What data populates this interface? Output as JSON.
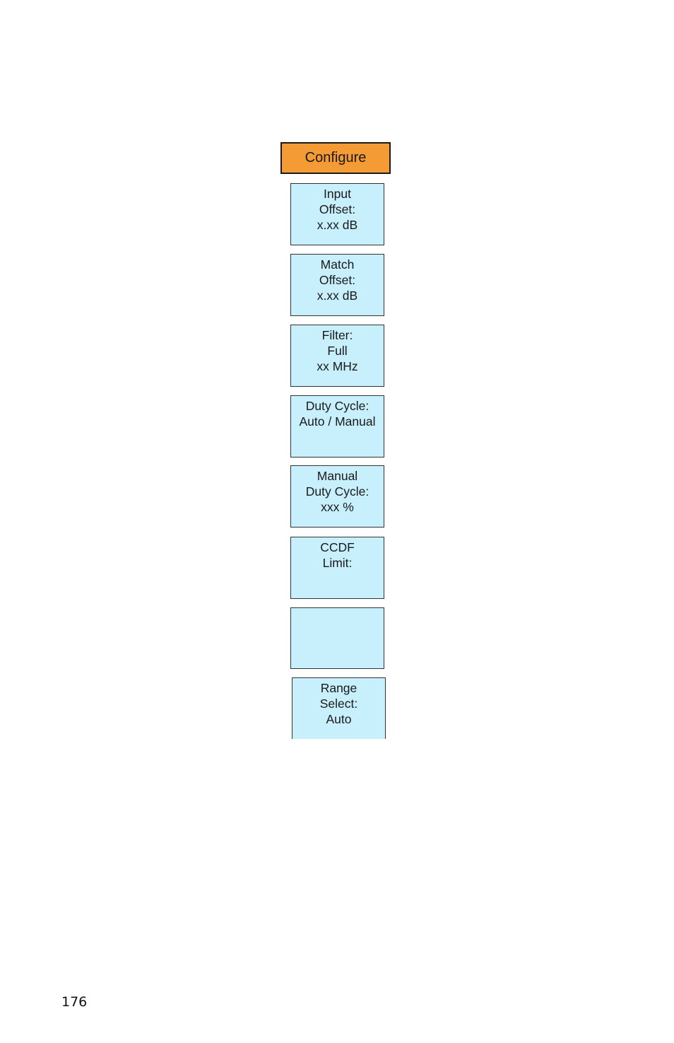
{
  "menu": {
    "title": "Configure",
    "softkeys": [
      {
        "lines": [
          "Input",
          "Offset:",
          "x.xx dB"
        ]
      },
      {
        "lines": [
          "Match",
          "Offset:",
          "x.xx dB"
        ]
      },
      {
        "lines": [
          "Filter:",
          "Full",
          "xx MHz"
        ]
      },
      {
        "lines": [
          "Duty Cycle:",
          "Auto / Manual"
        ]
      },
      {
        "lines": [
          "Manual",
          "Duty Cycle:",
          "xxx %"
        ]
      },
      {
        "lines": [
          "CCDF",
          "Limit:"
        ]
      },
      {
        "lines": []
      },
      {
        "lines": [
          "Range",
          "Select:",
          "Auto"
        ]
      }
    ]
  },
  "page": {
    "number": "176"
  }
}
